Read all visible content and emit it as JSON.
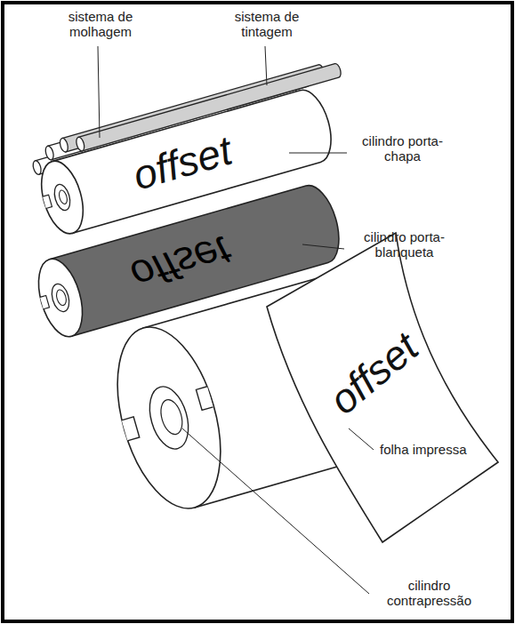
{
  "diagram": {
    "labels": [
      "sistema de molhagem",
      "sistema de tintagem",
      "cilindro porta-chapa",
      "offset",
      "cilindro porta-blanqueta",
      "offset",
      "offset",
      "folha impressa",
      "cilindro contrapressão"
    ]
  }
}
